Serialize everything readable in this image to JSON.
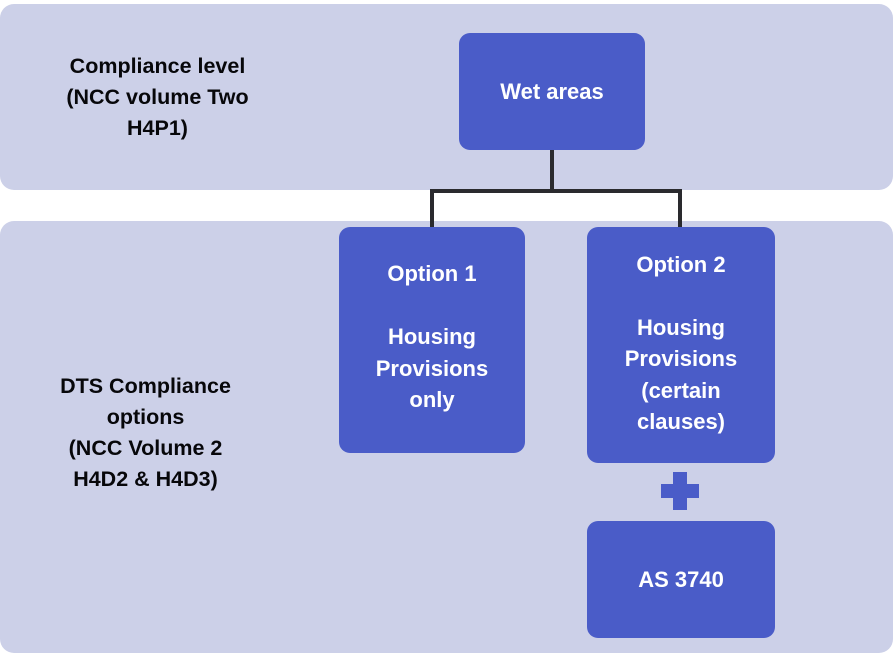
{
  "diagram": {
    "colors": {
      "band_background": "#ccd0e8",
      "node_blue": "#4a5cc8",
      "node_text": "#ffffff",
      "label_text": "#07070a",
      "connector": "#2a2a2e",
      "page_background": "#ffffff"
    },
    "bands": [
      {
        "id": "compliance-level",
        "label": "Compliance level\n(NCC volume Two\nH4P1)"
      },
      {
        "id": "dts-options",
        "label": "DTS Compliance\noptions\n(NCC Volume 2\nH4D2 & H4D3)"
      }
    ],
    "nodes": [
      {
        "id": "wet-areas",
        "label": "Wet areas"
      },
      {
        "id": "option-1",
        "label": "Option 1\n\nHousing\nProvisions\nonly"
      },
      {
        "id": "option-2",
        "label": "Option 2\n\nHousing\nProvisions\n(certain\nclauses)"
      },
      {
        "id": "as-3740",
        "label": "AS 3740"
      }
    ],
    "icons": [
      {
        "id": "plus-icon",
        "name": "plus-icon",
        "meaning": "combined with"
      }
    ],
    "connectors": [
      {
        "id": "stem",
        "from": "wet-areas",
        "to": "rail"
      },
      {
        "id": "rail",
        "from": "stem",
        "to": "drops"
      },
      {
        "id": "drop-left",
        "from": "rail",
        "to": "option-1"
      },
      {
        "id": "drop-right",
        "from": "rail",
        "to": "option-2"
      }
    ]
  }
}
